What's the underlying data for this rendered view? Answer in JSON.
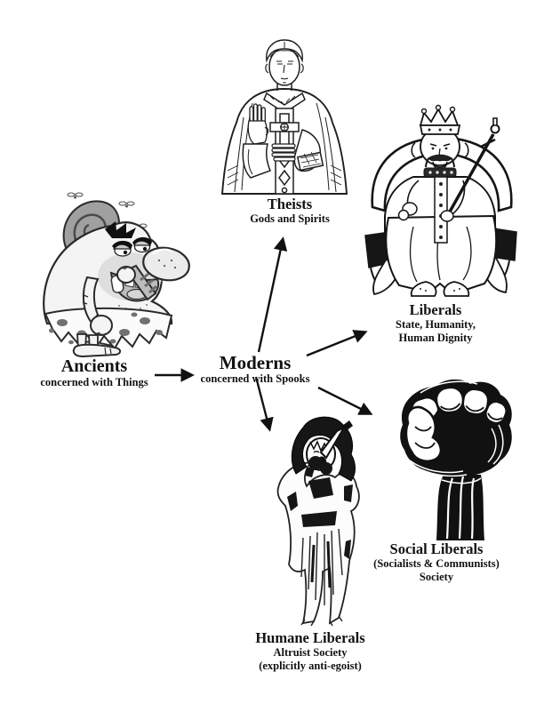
{
  "page": {
    "background": "#ffffff",
    "ink_color": "#111111"
  },
  "diagram": {
    "nodes": {
      "ancients": {
        "title": "Ancients",
        "sub1": "concerned with Things",
        "figure": "caveman-with-club"
      },
      "moderns": {
        "title": "Moderns",
        "sub1": "concerned with Spooks"
      },
      "theists": {
        "title": "Theists",
        "sub1": "Gods and Spirits",
        "figure": "priest"
      },
      "liberals": {
        "title": "Liberals",
        "sub1": "State, Humanity,",
        "sub2": "Human Dignity",
        "figure": "king-on-throne"
      },
      "social_liberals": {
        "title": "Social Liberals",
        "sub1": "(Socialists & Communists)",
        "sub2": "Society",
        "figure": "raised-fist"
      },
      "humane_liberals": {
        "title": "Humane Liberals",
        "sub1": "Altruist Society",
        "sub2": "(explicitly anti-egoist)",
        "figure": "hooded-altruist"
      }
    },
    "edges": [
      {
        "from": "ancients",
        "to": "moderns"
      },
      {
        "from": "moderns",
        "to": "theists"
      },
      {
        "from": "moderns",
        "to": "liberals"
      },
      {
        "from": "moderns",
        "to": "social_liberals"
      },
      {
        "from": "moderns",
        "to": "humane_liberals"
      }
    ]
  }
}
